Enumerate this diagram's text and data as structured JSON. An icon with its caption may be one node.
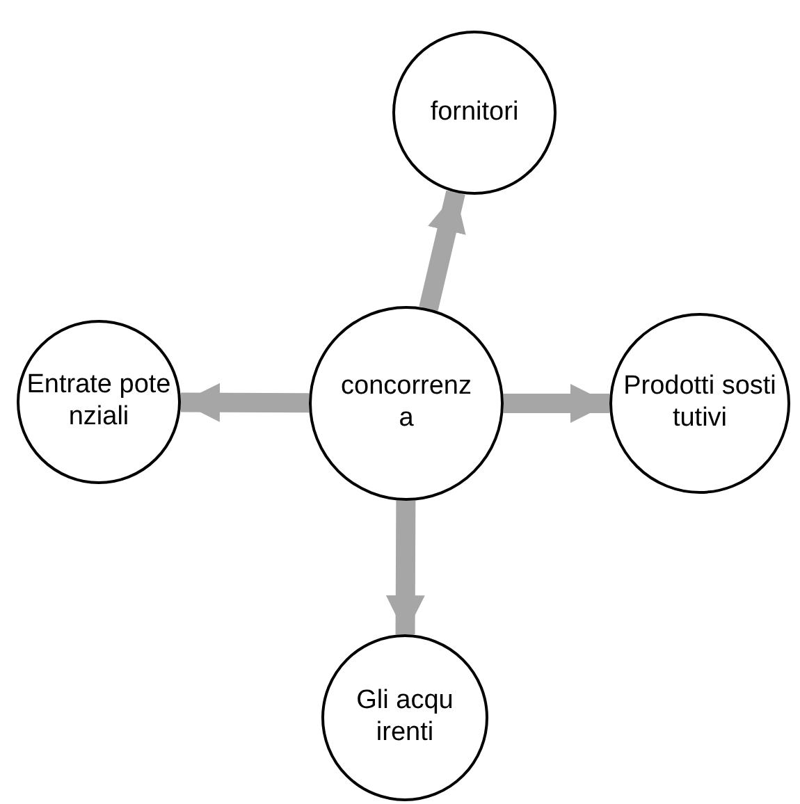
{
  "diagram": {
    "nodes": [
      {
        "text": [
          "concorrenza"
        ]
      },
      {
        "text": [
          "fornitori"
        ]
      },
      {
        "text": [
          "Entrate potenziali"
        ]
      },
      {
        "text": [
          "Prodotti sostitutivi"
        ]
      },
      {
        "text": [
          "Gli acquirenti"
        ]
      }
    ],
    "edges": [
      {
        "from": 0,
        "to": 1,
        "arrow": "to"
      },
      {
        "from": 0,
        "to": 2,
        "arrow": "to"
      },
      {
        "from": 0,
        "to": 3,
        "arrow": "to"
      },
      {
        "from": 0,
        "to": 4,
        "arrow": "to"
      }
    ]
  }
}
